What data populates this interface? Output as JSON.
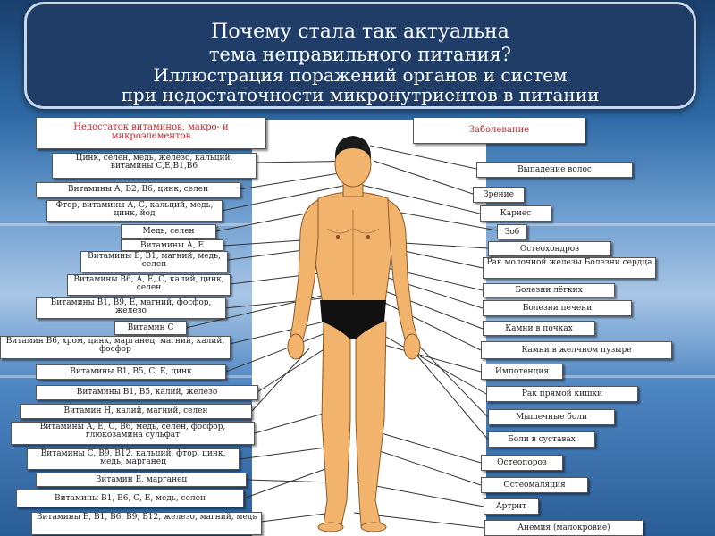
{
  "title": {
    "line1": "Почему стала так актуальна",
    "line2": "тема неправильного питания?",
    "line3": "Иллюстрация поражений органов и систем",
    "line4": "при недостаточности микронутриентов в питании"
  },
  "headers": {
    "deficiency": "Недостаток витаминов, макро- и микроэлементов",
    "disease": "Заболевание"
  },
  "deficiencies": [
    "Цинк, селен, медь, железо, кальций, витамины С,Е,В1,В6",
    "Витамины А, В2, В6, цинк, селен",
    "Фтор, витамины А, С, кальций, медь, цинк, йод",
    "Медь, селен",
    "Витамины А, Е",
    "Витамины Е, В1, магний, медь, селен",
    "Витамины В6, А, Е, С, калий, цинк, селен",
    "Витамины В1, В9, Е, магний, фосфор, железо",
    "Витамин С",
    "Витамин В6, хром, цинк, марганец, магний, калий, фосфор",
    "Витамины В1, В5, С, Е, цинк",
    "Витамины В1, В5, калий, железо",
    "Витамин Н, калий, магний, селен",
    "Витамины А, Е, С, В6, медь, селен, фосфор, глюкозамина сульфат",
    "Витамины С, В9, В12, кальций, фтор, цинк, медь, марганец",
    "Витамин Е, марганец",
    "Витамины В1, В6, С, Е, медь, селен",
    "Витамины Е, В1, В6, В9, В12, железо, магний, медь"
  ],
  "diseases": [
    "Выпадение волос",
    "Зрение",
    "Кариес",
    "Зоб",
    "Остеохондроз",
    "Рак молочной железы Болезни сердца",
    "Болезни лёгких",
    "Болезни печени",
    "Камни в почках",
    "Камни в желчном пузыре",
    "Импотенция",
    "Рак прямой кишки",
    "Мышечные боли",
    "Боли в суставах",
    "Остеопороз",
    "Остеомаляция",
    "Артрит",
    "Анемия (малокровие)"
  ],
  "colors": {
    "title_bg": "#1f3d66",
    "header_text": "#c0262d",
    "skin": "#f2b46d",
    "briefs": "#111111"
  }
}
